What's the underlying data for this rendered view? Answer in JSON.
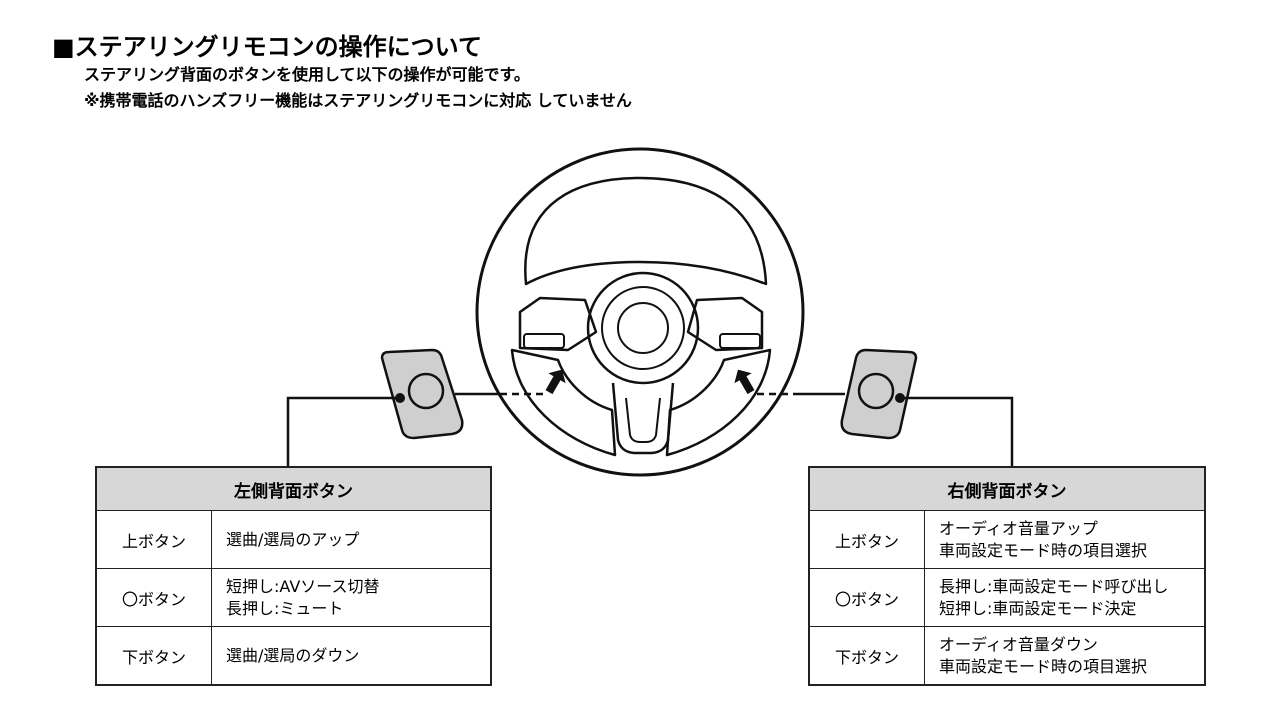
{
  "header": {
    "title": "■ステアリングリモコンの操作について",
    "subtitle1": "ステアリング背面のボタンを使用して以下の操作が可能です。",
    "subtitle2": "※携帯電話のハンズフリー機能はステアリングリモコンに対応 していません"
  },
  "left_table": {
    "header": "左側背面ボタン",
    "rows": [
      {
        "button": "上ボタン",
        "line1": "選曲/選局のアップ",
        "line2": ""
      },
      {
        "button": "〇ボタン",
        "line1": "短押し:AVソース切替",
        "line2": "長押し:ミュート"
      },
      {
        "button": "下ボタン",
        "line1": "選曲/選局のダウン",
        "line2": ""
      }
    ]
  },
  "right_table": {
    "header": "右側背面ボタン",
    "rows": [
      {
        "button": "上ボタン",
        "line1": "オーディオ音量アップ",
        "line2": "車両設定モード時の項目選択"
      },
      {
        "button": "〇ボタン",
        "line1": "長押し:車両設定モード呼び出し",
        "line2": "短押し:車両設定モード決定"
      },
      {
        "button": "下ボタン",
        "line1": "オーディオ音量ダウン",
        "line2": "車両設定モード時の項目選択"
      }
    ]
  },
  "colors": {
    "line": "#111111",
    "pad_fill": "#cfcfcf",
    "table_header_fill": "#d7d7d7"
  }
}
